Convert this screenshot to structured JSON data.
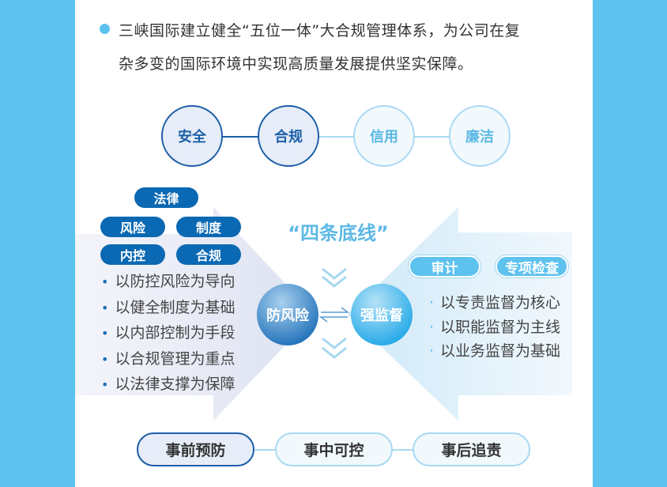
{
  "intro": {
    "line1": "三峡国际建立健全“五位一体”大合规管理体系，为公司在复",
    "line2": "杂多变的国际环境中实现高质量发展提供坚实保障。"
  },
  "five_in_one": [
    "安全",
    "合规",
    "信用",
    "廉洁"
  ],
  "title": "“四条底线”",
  "left": {
    "pills": [
      "法律",
      "风险",
      "制度",
      "内控",
      "合规"
    ],
    "center": "防风险",
    "bullets": [
      "以防控风险为导向",
      "以健全制度为基础",
      "以内部控制为手段",
      "以合规管理为重点",
      "以法律支撑为保障"
    ]
  },
  "right": {
    "pills": [
      "审计",
      "专项检查"
    ],
    "center": "强监督",
    "bullets": [
      "以专责监督为核心",
      "以职能监督为主线",
      "以业务监督为基础"
    ]
  },
  "stages": [
    "事前预防",
    "事中可控",
    "事后追责"
  ],
  "colors": {
    "side": "#5ec2ef",
    "dark_blue": "#0b69b3",
    "light_blue": "#5ec2ef"
  }
}
